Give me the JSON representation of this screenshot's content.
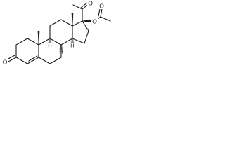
{
  "structure": {
    "atoms": {
      "ketone_oxygen": "O",
      "acetyl_oxygen": "O",
      "ester_ring_oxygen": "O",
      "ester_carbonyl_oxygen": "O"
    },
    "stereo_hydrogens": {
      "c8": "H",
      "c9": "H",
      "c14": "H"
    }
  }
}
